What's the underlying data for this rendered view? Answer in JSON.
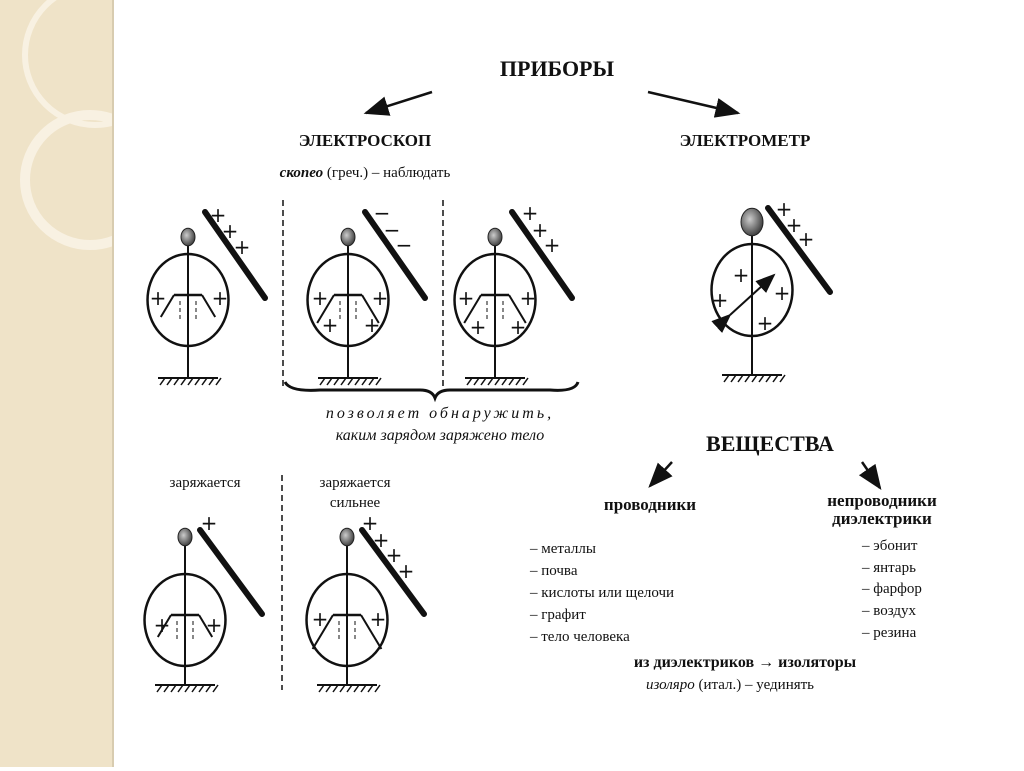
{
  "devices": {
    "title": "ПРИБОРЫ",
    "electroscope": "ЭЛЕКТРОСКОП",
    "electrometer": "ЭЛЕКТРОМЕТР",
    "etymology_word": "скопео",
    "etymology_rest": " (греч.) – наблюдать",
    "purpose_line1": "позволяет обнаружить,",
    "purpose_line2": "каким зарядом заряжено тело",
    "charge_label": "заряжается",
    "charge_stronger_line1": "заряжается",
    "charge_stronger_line2": "сильнее"
  },
  "diagram_signs": {
    "scope1_rod": [
      "+",
      "+",
      "+"
    ],
    "scope1_body": [
      "+",
      "+"
    ],
    "scope2_rod": [
      "−",
      "−",
      "−"
    ],
    "scope2_body": [
      "+",
      "+",
      "+",
      "+"
    ],
    "scope3_rod": [
      "+",
      "+",
      "+"
    ],
    "scope3_body": [
      "+",
      "+",
      "+",
      "+"
    ],
    "meter_rod": [
      "+",
      "+",
      "+"
    ],
    "meter_body": [
      "+",
      "+",
      "+",
      "+"
    ],
    "scope4_rod": [
      "+"
    ],
    "scope4_body": [
      "+",
      "+"
    ],
    "scope5_rod": [
      "+",
      "+",
      "+",
      "+"
    ],
    "scope5_body": [
      "+",
      "+"
    ]
  },
  "substances": {
    "title": "ВЕЩЕСТВА",
    "conductors_title": "проводники",
    "dielectrics_title_1": "непроводники",
    "dielectrics_title_2": "диэлектрики",
    "conductors": [
      "– металлы",
      "– почва",
      "– кислоты или щелочи",
      "– графит",
      "– тело человека"
    ],
    "dielectrics": [
      "– эбонит",
      "– янтарь",
      "– фарфор",
      "– воздух",
      "–  резина"
    ],
    "insulators_left": "из диэлектриков",
    "insulators_arrow": " → ",
    "insulators_right": "изоляторы",
    "isolaro_word": "изоляро",
    "isolaro_rest": " (итал.) – уединять"
  }
}
